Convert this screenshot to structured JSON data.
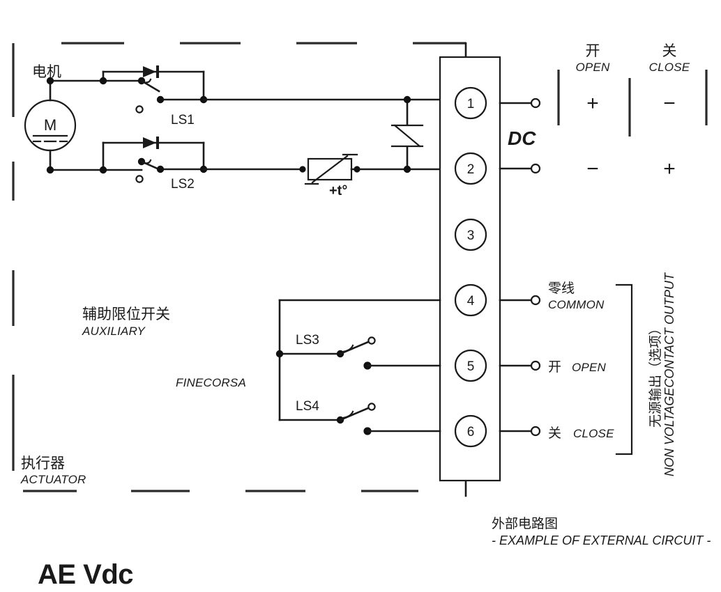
{
  "diagram": {
    "title": "AE Vdc",
    "caption_cn": "外部电路图",
    "caption_en": "- EXAMPLE OF EXTERNAL CIRCUIT -",
    "supply_type": "DC"
  },
  "labels": {
    "motor_cn": "电机",
    "motor_symbol": "M",
    "auxiliary_cn": "辅助限位开关",
    "auxiliary_en": "AUXILIARY",
    "finecorsa": "FINECORSA",
    "actuator_cn": "执行器",
    "actuator_en": "ACTUATOR",
    "thermal_label": "+t°"
  },
  "limit_switches": [
    {
      "id": "LS1"
    },
    {
      "id": "LS2"
    },
    {
      "id": "LS3"
    },
    {
      "id": "LS4"
    }
  ],
  "terminals": [
    {
      "number": "1"
    },
    {
      "number": "2"
    },
    {
      "number": "3"
    },
    {
      "number": "4"
    },
    {
      "number": "5"
    },
    {
      "number": "6"
    }
  ],
  "polarity_table": {
    "col_open_cn": "开",
    "col_open_en": "OPEN",
    "col_close_cn": "关",
    "col_close_en": "CLOSE",
    "row1": {
      "open": "+",
      "close": "−"
    },
    "row2": {
      "open": "−",
      "close": "+"
    }
  },
  "contact_output": {
    "group_cn": "无源输出（选项）",
    "group_en": "NON VOLTAGECONTACT OUTPUT",
    "rows": [
      {
        "cn": "零线",
        "en": "COMMON"
      },
      {
        "cn": "开",
        "en": "OPEN"
      },
      {
        "cn": "关",
        "en": "CLOSE"
      }
    ]
  },
  "colors": {
    "ink": "#1a1a1a",
    "frame": "#2b2b2b",
    "background": "#ffffff"
  }
}
